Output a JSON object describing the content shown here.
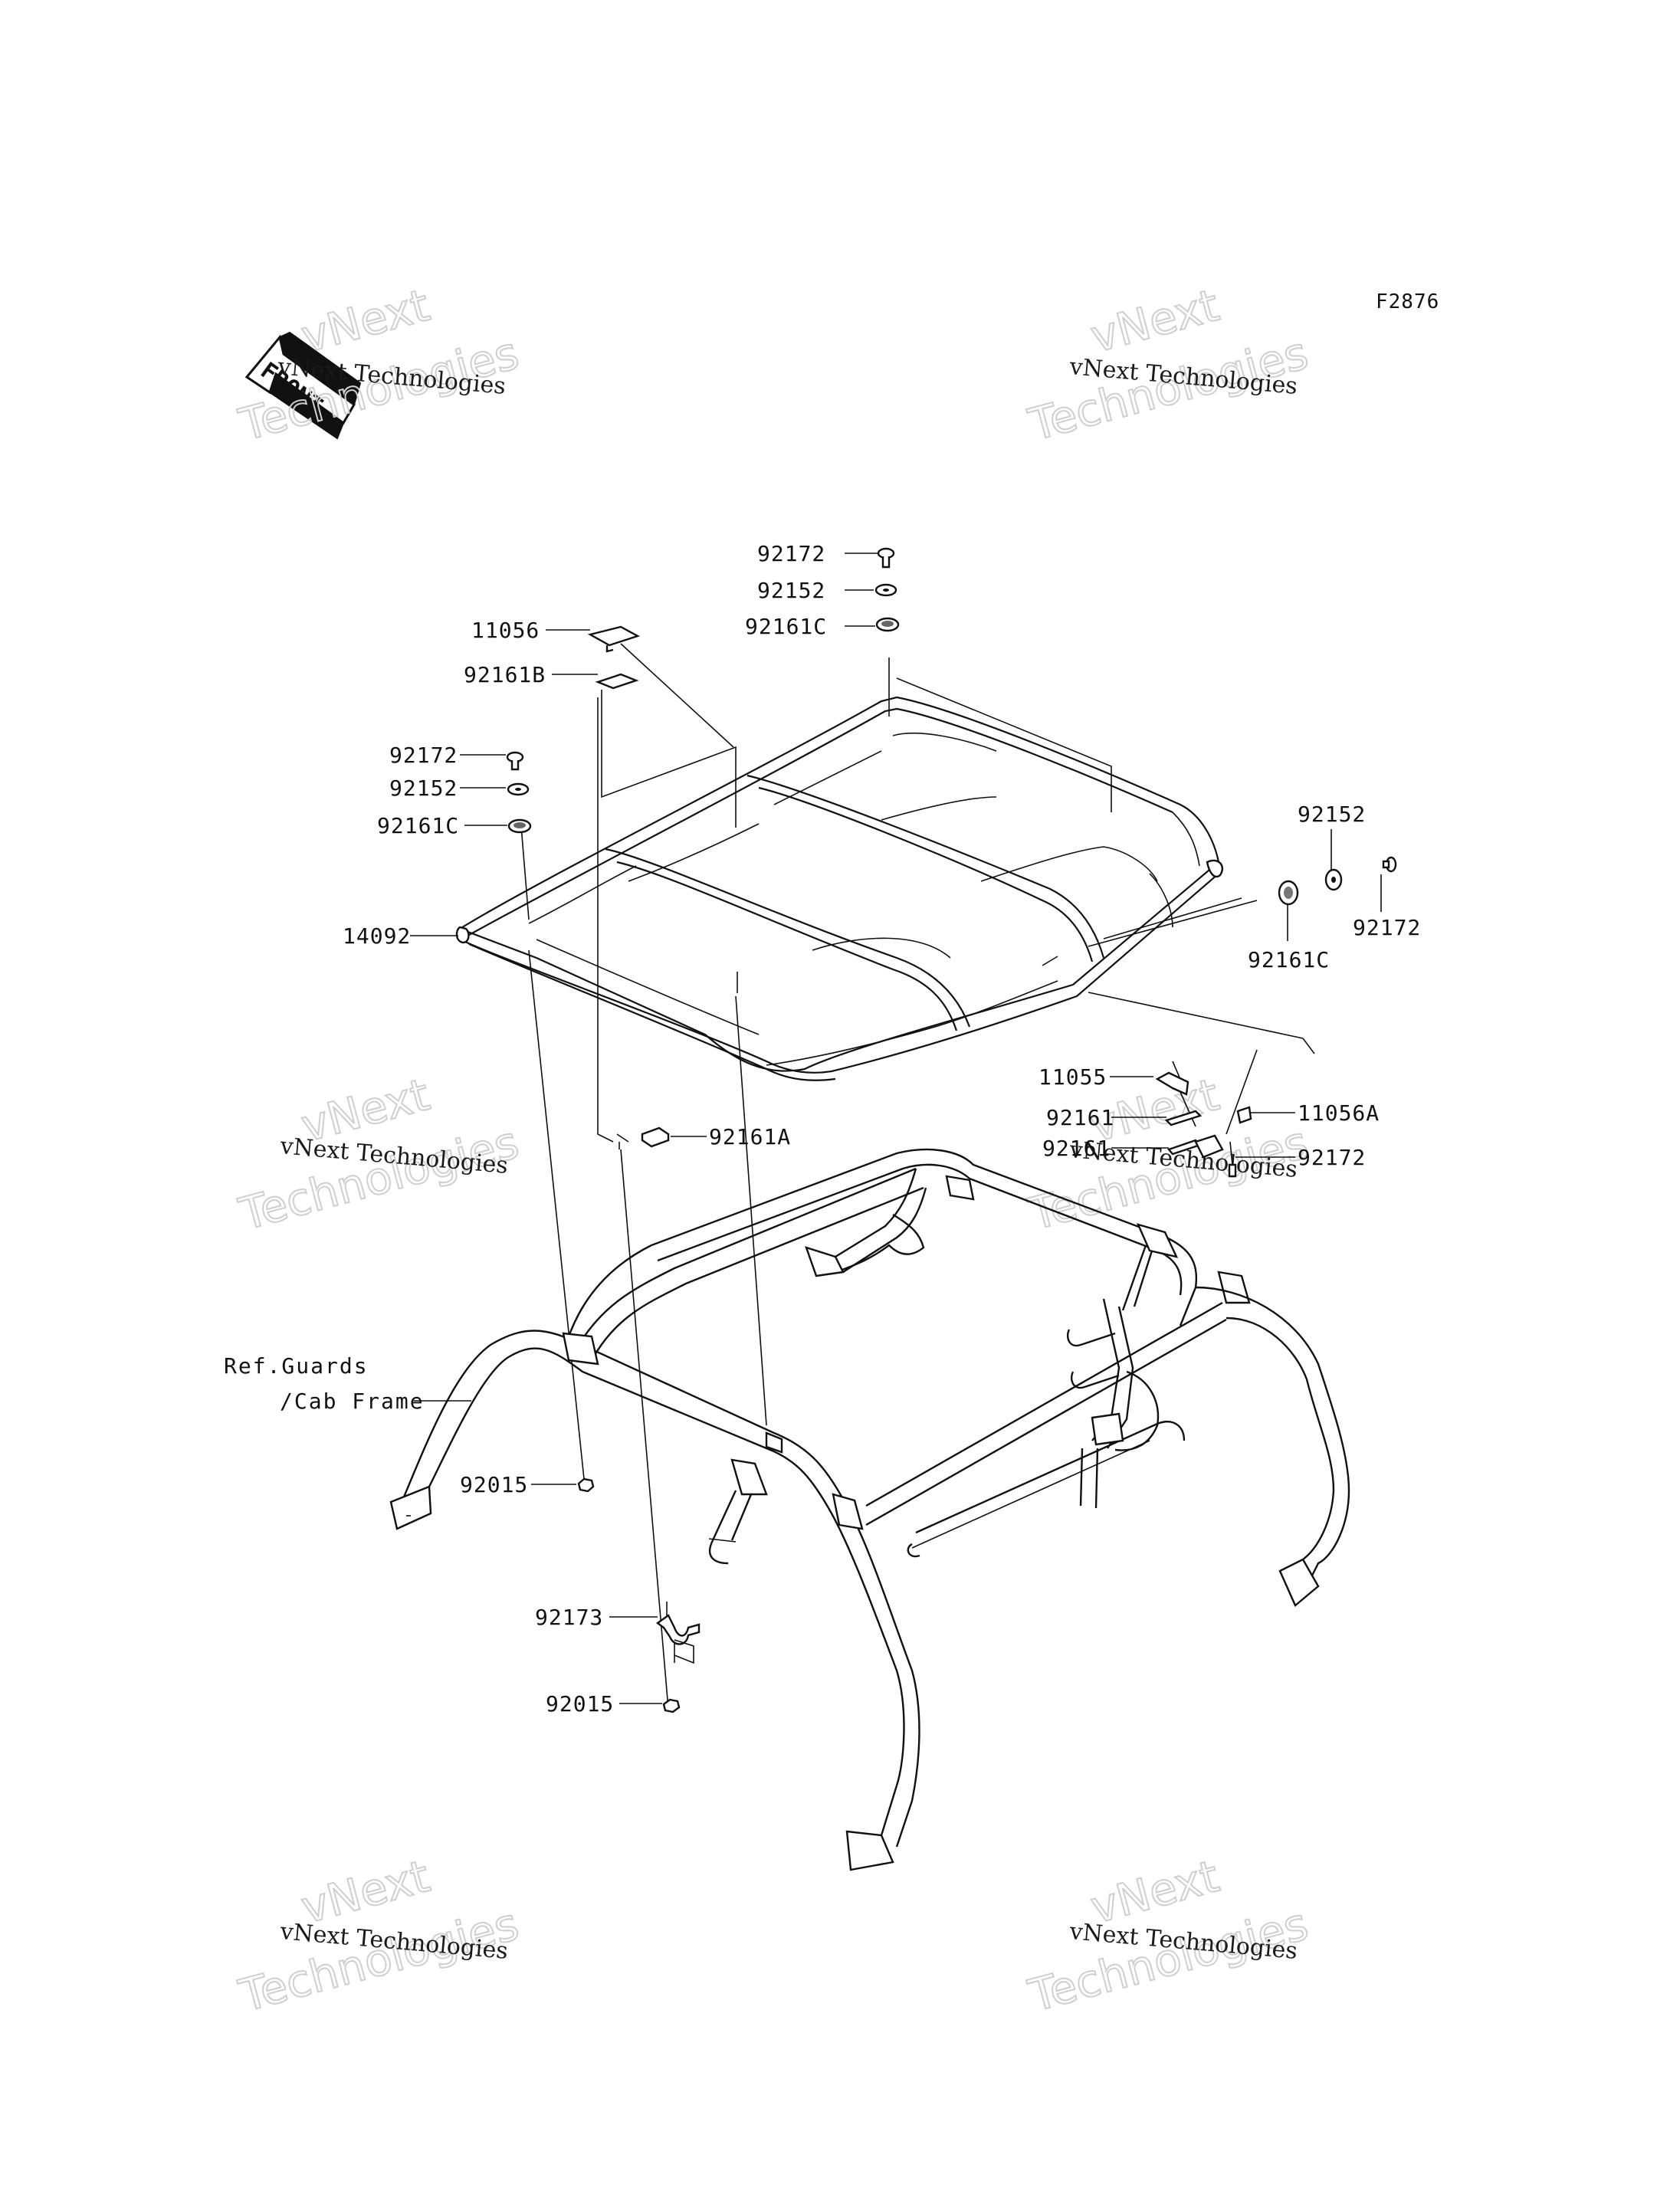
{
  "figure_code": "F2876",
  "front_label": "FRONT",
  "reference": {
    "line1": "Ref.Guards",
    "line2": "/Cab Frame"
  },
  "watermark": {
    "line1": "vNext Technologies",
    "line2a": "vNext",
    "line2b": "Technologies"
  },
  "callouts": {
    "c_92172_top": "92172",
    "c_92152_top": "92152",
    "c_92161C_top": "92161C",
    "c_11056": "11056",
    "c_92161B": "92161B",
    "c_92172_left": "92172",
    "c_92152_left": "92152",
    "c_92161C_left": "92161C",
    "c_14092": "14092",
    "c_92152_right": "92152",
    "c_92172_right": "92172",
    "c_92161C_right": "92161C",
    "c_11055": "11055",
    "c_92161_a": "92161",
    "c_92161_b": "92161",
    "c_11056A": "11056A",
    "c_92172_lower": "92172",
    "c_92161A": "92161A",
    "c_92015_a": "92015",
    "c_92173": "92173",
    "c_92015_b": "92015"
  }
}
